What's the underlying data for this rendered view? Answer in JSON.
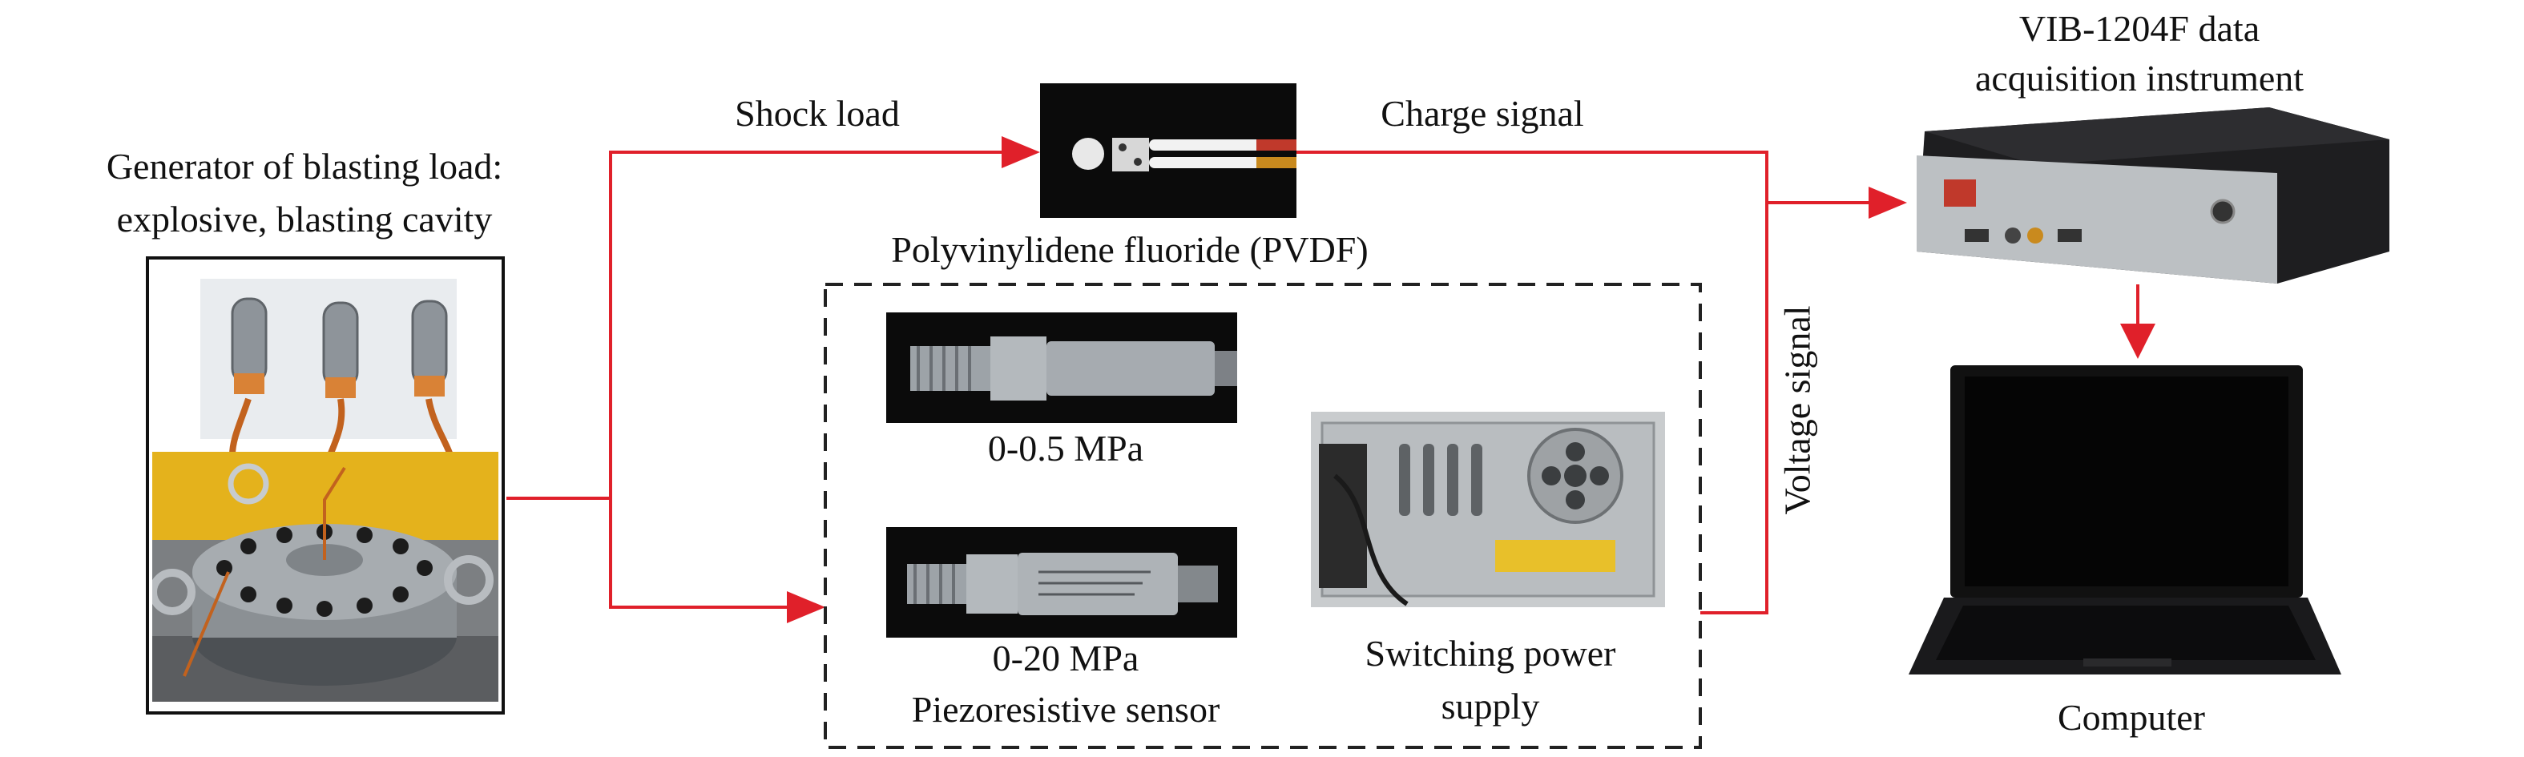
{
  "colors": {
    "arrow": "#e0202a",
    "text": "#111111",
    "dashed_box": "#222222",
    "photo_dark": "#0b0b0b",
    "metal": "#9aa0a6"
  },
  "labels": {
    "generator_line1": "Generator of blasting load:",
    "generator_line2": "explosive, blasting cavity",
    "shock_load": "Shock load",
    "pvdf": "Polyvinylidene fluoride (PVDF)",
    "charge_signal": "Charge signal",
    "voltage_signal": "Voltage signal",
    "daq_line1": "VIB-1204F data",
    "daq_line2": "acquisition instrument",
    "range_low": "0-0.5 MPa",
    "range_high": "0-20 MPa",
    "piezo_sensor": "Piezoresistive sensor",
    "psu_line1": "Switching power",
    "psu_line2": "supply",
    "computer": "Computer"
  },
  "icons": {
    "generator": "blasting-cavity-photo",
    "explosives": "explosive-charges-photo",
    "pvdf": "pvdf-sensor-photo",
    "sensor_low": "pressure-sensor-photo",
    "sensor_high": "pressure-sensor-photo",
    "psu": "power-supply-photo",
    "daq": "daq-instrument-photo",
    "computer": "laptop-photo"
  }
}
